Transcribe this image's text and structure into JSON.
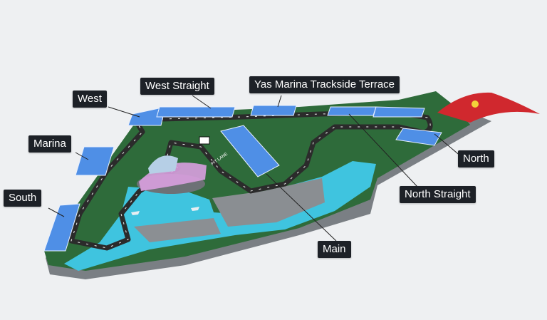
{
  "map": {
    "colors": {
      "background": "#eef0f2",
      "grass": "#2e6b3a",
      "water": "#3fc4df",
      "track": "#2b2b2b",
      "stand": "#4f8fe6",
      "label_bg": "#1d2127",
      "label_text": "#ffffff",
      "hotel_glass": "#d9a0e0",
      "ferrari_world": "#d0282e"
    },
    "pit_lane_text": "PIT LANE",
    "stands": [
      {
        "id": "west-straight",
        "label": "West Straight"
      },
      {
        "id": "yas-marina-trackside-terrace",
        "label": "Yas Marina Trackside Terrace"
      },
      {
        "id": "west",
        "label": "West"
      },
      {
        "id": "marina",
        "label": "Marina"
      },
      {
        "id": "south",
        "label": "South"
      },
      {
        "id": "north",
        "label": "North"
      },
      {
        "id": "north-straight",
        "label": "North Straight"
      },
      {
        "id": "main",
        "label": "Main"
      }
    ]
  }
}
